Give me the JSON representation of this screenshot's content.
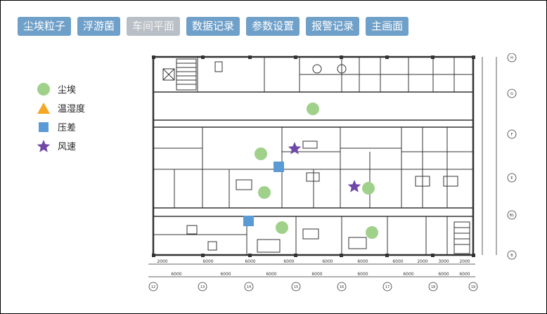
{
  "nav": {
    "tabs": [
      {
        "label": "尘埃粒子",
        "active": false
      },
      {
        "label": "浮游菌",
        "active": false
      },
      {
        "label": "车间平面",
        "active": true
      },
      {
        "label": "数据记录",
        "active": false
      },
      {
        "label": "参数设置",
        "active": false
      },
      {
        "label": "报警记录",
        "active": false
      },
      {
        "label": "主画面",
        "active": false
      }
    ]
  },
  "legend": {
    "items": [
      {
        "label": "尘埃",
        "icon": "green-circle-icon",
        "color": "#9fd18b"
      },
      {
        "label": "温湿度",
        "icon": "orange-triangle-icon",
        "color": "#f5a623"
      },
      {
        "label": "压差",
        "icon": "blue-square-icon",
        "color": "#5b9bd5"
      },
      {
        "label": "风速",
        "icon": "purple-star-icon",
        "color": "#7048a8"
      }
    ]
  },
  "floorplan": {
    "dimensions_top": [
      "2000",
      "6000",
      "6000",
      "6000",
      "6000",
      "6000",
      "6000",
      "2000",
      "3000",
      "2000"
    ],
    "dimensions_bottom": [
      "6000",
      "6000",
      "6000",
      "6000",
      "6000",
      "6000",
      "6000",
      "6000"
    ],
    "axis_labels_right": [
      "H",
      "G",
      "F",
      "E",
      "B1",
      "B"
    ],
    "axis_labels_bottom": [
      "12",
      "13",
      "14",
      "15",
      "16",
      "17",
      "18",
      "19"
    ]
  }
}
